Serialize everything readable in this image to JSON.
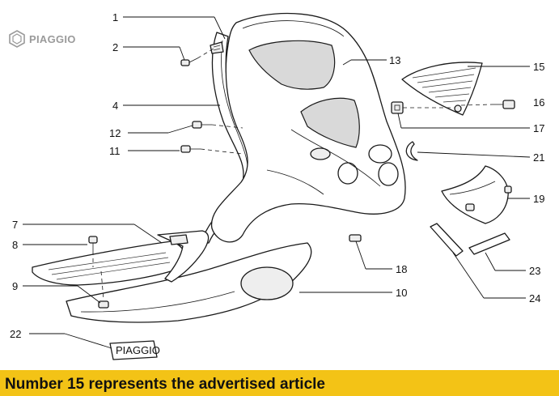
{
  "brand": {
    "logo_text": "PIAGGIO"
  },
  "decal": {
    "text": "PIAGGIO"
  },
  "labels": {
    "n1": "1",
    "n2": "2",
    "n4": "4",
    "n12": "12",
    "n11": "11",
    "n7": "7",
    "n8": "8",
    "n9": "9",
    "n22": "22",
    "n13": "13",
    "n15": "15",
    "n16": "16",
    "n17": "17",
    "n21": "21",
    "n19": "19",
    "n18": "18",
    "n23": "23",
    "n10": "10",
    "n24": "24"
  },
  "caption": {
    "text": "Number 15 represents the advertised article",
    "color": "#f3c316"
  }
}
